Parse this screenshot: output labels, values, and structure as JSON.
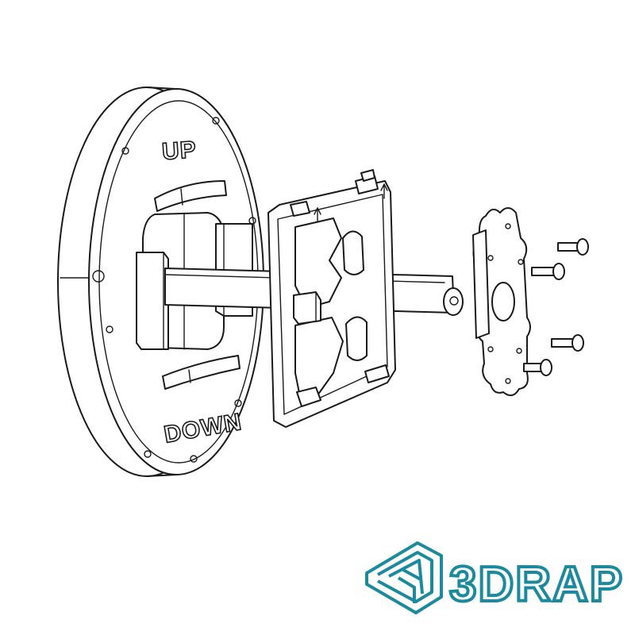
{
  "diagram": {
    "disc_labels": {
      "top": "UP",
      "bottom": "DOWN"
    }
  },
  "brand": {
    "name": "3DRAP",
    "color": "#1c8a9e",
    "icon": "impossible-triangle-logo-icon"
  },
  "parts": {
    "screw_count": 4
  }
}
